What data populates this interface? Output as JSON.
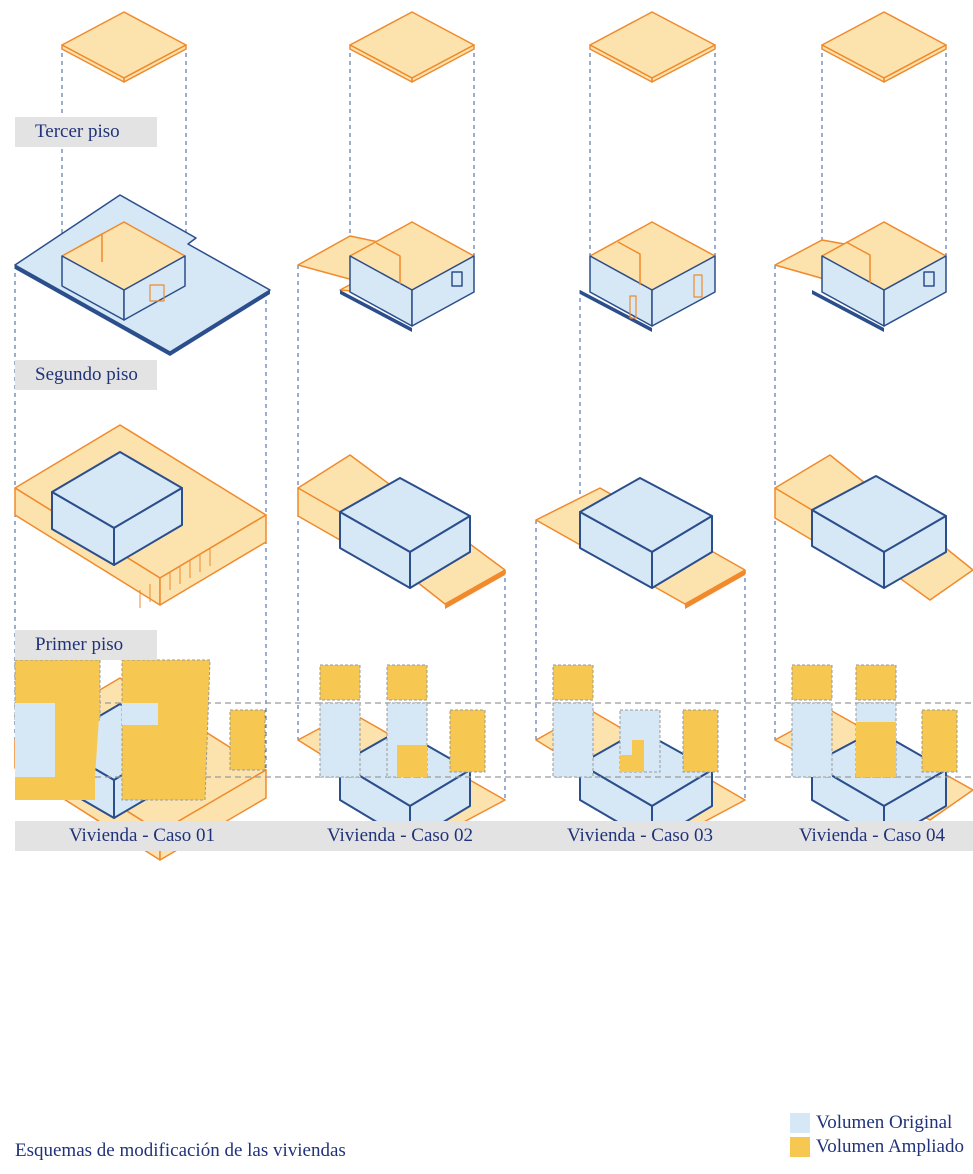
{
  "floors": {
    "third": "Tercer piso",
    "second": "Segundo piso",
    "first": "Primer piso"
  },
  "cases": [
    {
      "label": "Vivienda - Caso 01"
    },
    {
      "label": "Vivienda - Caso 02"
    },
    {
      "label": "Vivienda - Caso 03"
    },
    {
      "label": "Vivienda - Caso 04"
    }
  ],
  "legend": {
    "original": "Volumen Original",
    "amplified": "Volumen Ampliado"
  },
  "caption": "Esquemas de modificación de las viviendas",
  "colors": {
    "original_fill": "#d6e8f5",
    "original_stroke": "#2b4e8c",
    "amplified_fill": "#fce3ad",
    "amplified_stroke": "#f08a2c",
    "scheme_amplified": "#f7c851",
    "label_text": "#20337a",
    "label_bar": "#e3e3e3"
  }
}
